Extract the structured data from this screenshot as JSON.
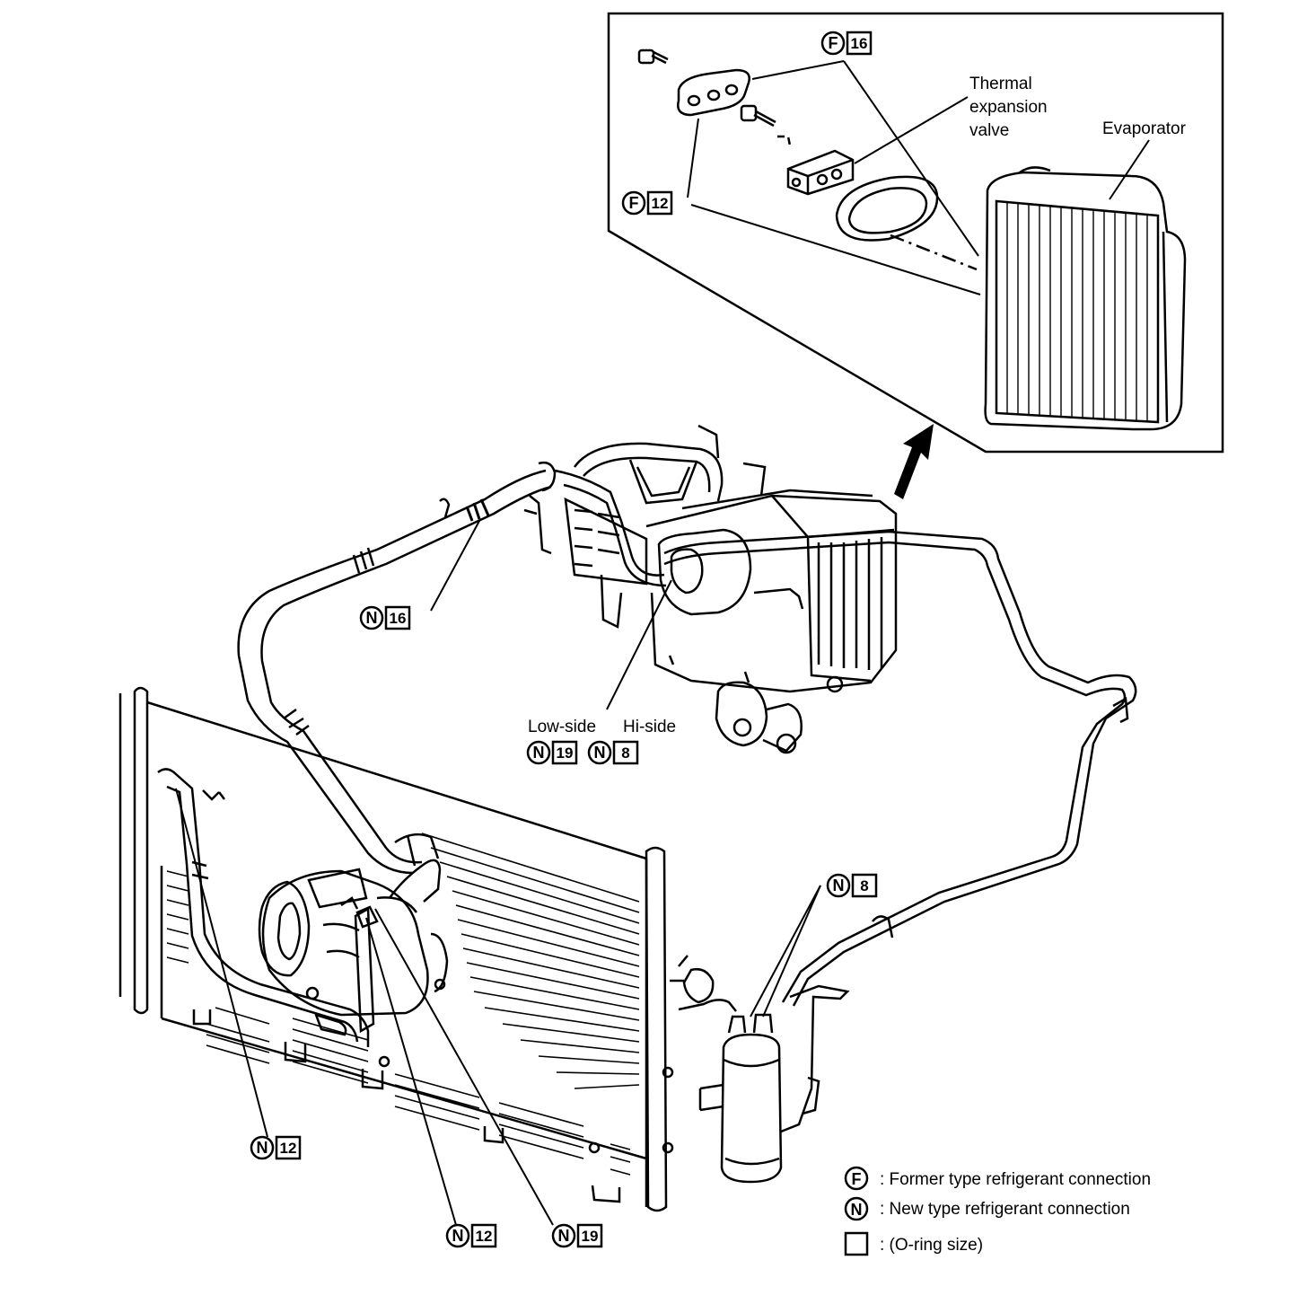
{
  "inset_labels": {
    "thermal_line1": "Thermal",
    "thermal_line2": "expansion",
    "thermal_line3": "valve",
    "evaporator": "Evaporator"
  },
  "connection_tags": [
    {
      "id": "inset-f16",
      "letter": "F",
      "size": "16"
    },
    {
      "id": "inset-f12",
      "letter": "F",
      "size": "12"
    },
    {
      "id": "hose-n16",
      "letter": "N",
      "size": "16"
    },
    {
      "id": "low-side-n19",
      "letter": "N",
      "size": "19"
    },
    {
      "id": "hi-side-n8",
      "letter": "N",
      "size": "8"
    },
    {
      "id": "liquid-tank-n8",
      "letter": "N",
      "size": "8"
    },
    {
      "id": "condenser-n12",
      "letter": "N",
      "size": "12"
    },
    {
      "id": "compressor-n12",
      "letter": "N",
      "size": "12"
    },
    {
      "id": "compressor-n19",
      "letter": "N",
      "size": "19"
    }
  ],
  "side_labels": {
    "low_side": "Low-side",
    "hi_side": "Hi-side"
  },
  "legend": {
    "former_symbol": "F",
    "former_text": ": Former type refrigerant connection",
    "new_symbol": "N",
    "new_text": ": New type refrigerant connection",
    "oring_text": ": (O-ring size)"
  }
}
